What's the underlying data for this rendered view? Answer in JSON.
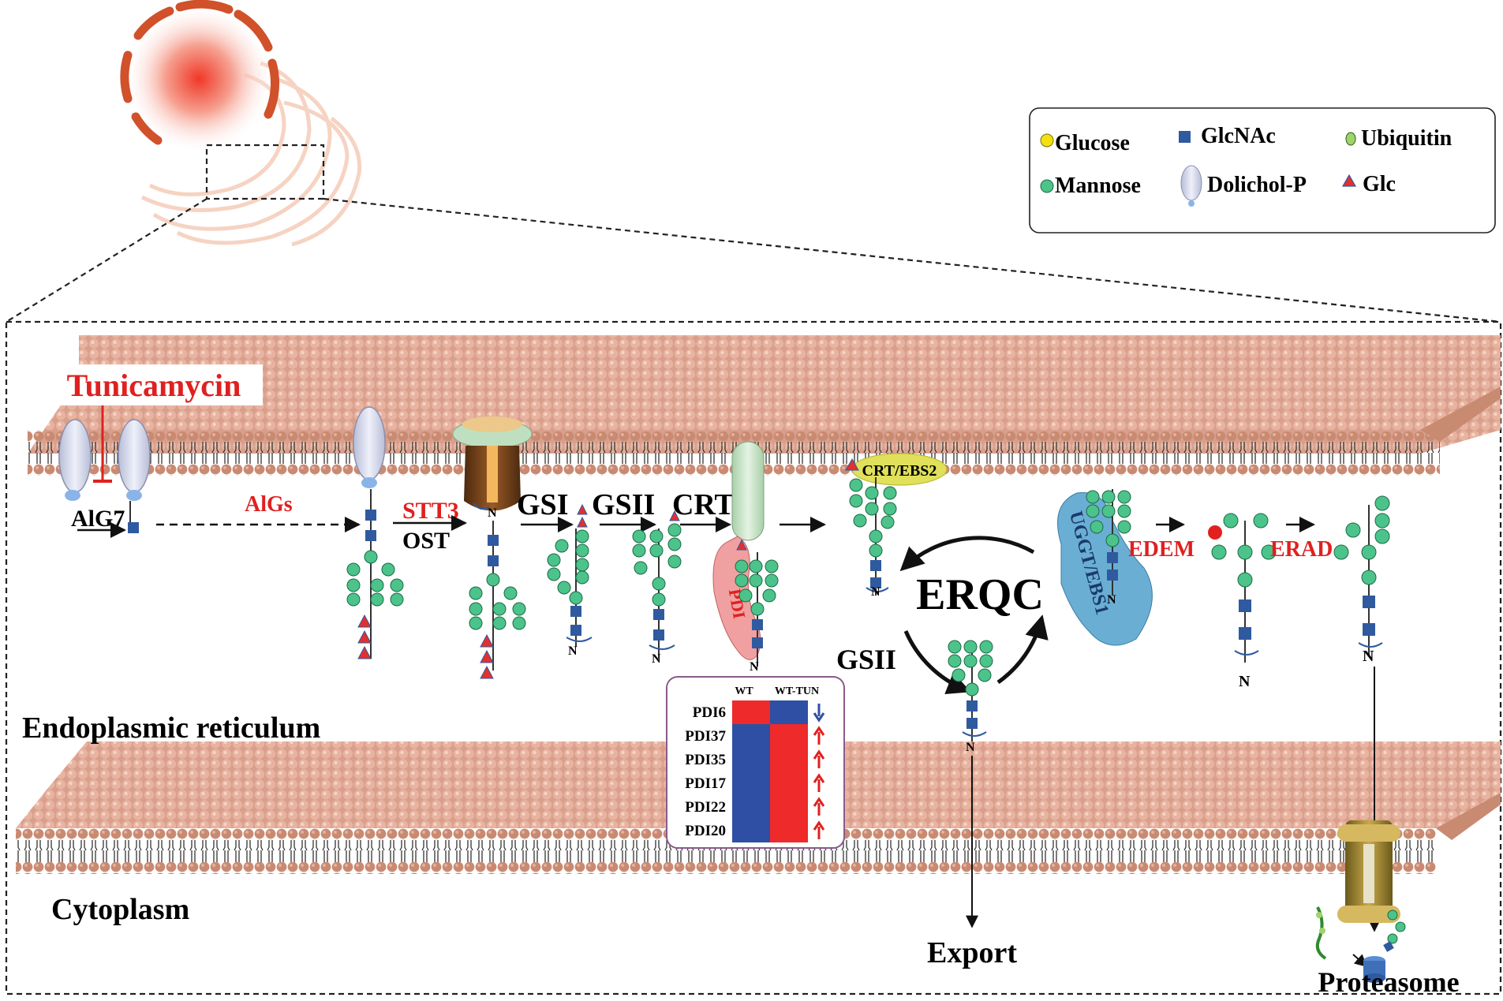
{
  "legend": {
    "glucose": "Glucose",
    "glcnac": "GlcNAc",
    "ubiquitin": "Ubiquitin",
    "mannose": "Mannose",
    "dolichol": "Dolichol-P",
    "glc": "Glc"
  },
  "labels": {
    "tunicamycin": "Tunicamycin",
    "alg7": "AlG7",
    "algs": "AlGs",
    "stt3": "STT3",
    "ost": "OST",
    "gsi": "GSI",
    "gsii": "GSII",
    "crt": "CRT",
    "crt_ebs2": "CRT/EBS2",
    "pdi": "PDI",
    "ugt_ebs1": "UGGT/EBS1",
    "erqc": "ERQC",
    "gsii_cycle": "GSII",
    "edem": "EDEM",
    "erad": "ERAD",
    "er": "Endoplasmic reticulum",
    "cytoplasm": "Cytoplasm",
    "export": "Export",
    "proteasome": "Proteasome",
    "n_terminal": "N"
  },
  "heatmap": {
    "col_wt": "WT",
    "col_tun": "WT-TUN",
    "rows": [
      {
        "name": "PDI6",
        "wt": "high",
        "tun": "low",
        "change": "down"
      },
      {
        "name": "PDI37",
        "wt": "low",
        "tun": "high",
        "change": "up"
      },
      {
        "name": "PDI35",
        "wt": "low",
        "tun": "high",
        "change": "up"
      },
      {
        "name": "PDI17",
        "wt": "low",
        "tun": "high",
        "change": "up"
      },
      {
        "name": "PDI22",
        "wt": "low",
        "tun": "high",
        "change": "up"
      },
      {
        "name": "PDI20",
        "wt": "low",
        "tun": "high",
        "change": "up"
      }
    ]
  },
  "colors": {
    "glucose": "#f2e011",
    "glcnac": "#2f5aa0",
    "mannose": "#4cc38a",
    "glc": "#e23030",
    "red_label": "#e02020",
    "heat_high": "#ee2a2a",
    "heat_low": "#2e4fa3",
    "lipid": "#c98a72"
  }
}
